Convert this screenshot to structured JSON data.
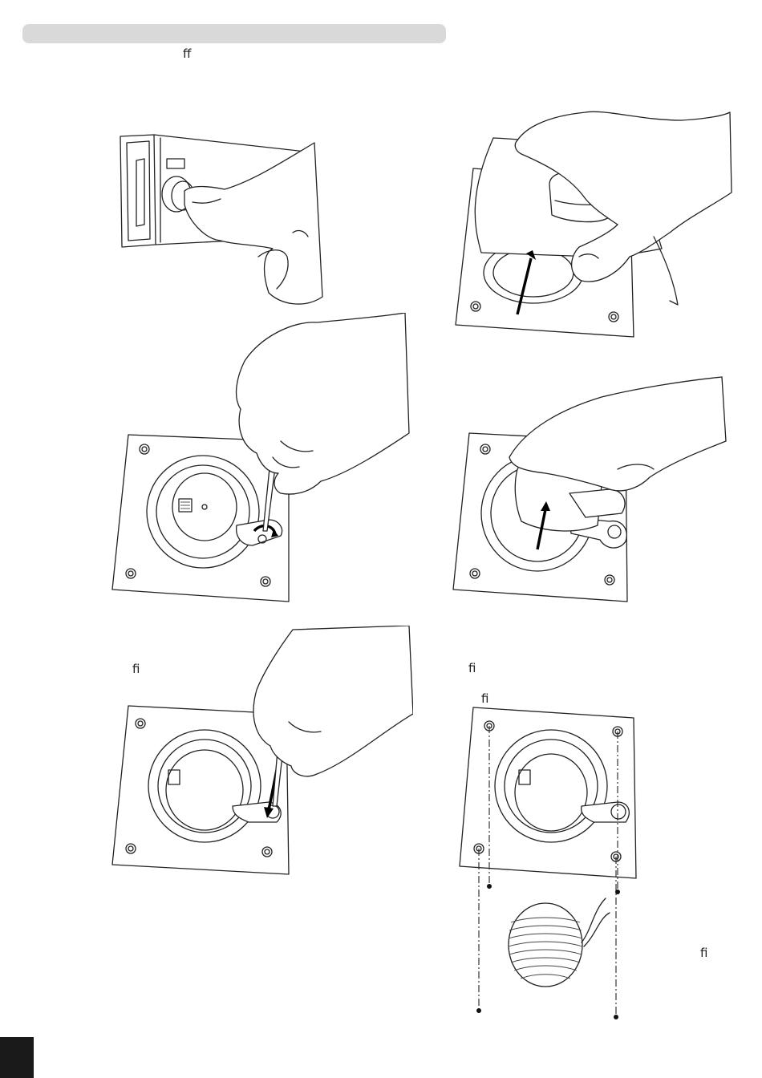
{
  "header": {
    "ligature_ff": "ff"
  },
  "captions": {
    "fig5_ligature": "fi",
    "fig6_ligature_a": "fi",
    "fig6_ligature_b": "fi",
    "fig6_ligature_c": "fi"
  },
  "figures": [
    {
      "id": "fig1",
      "icon": "press-button-icon"
    },
    {
      "id": "fig2",
      "icon": "lift-cover-icon"
    },
    {
      "id": "fig3",
      "icon": "screwdriver-unscrew-icon"
    },
    {
      "id": "fig4",
      "icon": "remove-motor-icon"
    },
    {
      "id": "fig5",
      "icon": "screwdriver-screw-icon"
    },
    {
      "id": "fig6",
      "icon": "mounting-plate-icon"
    }
  ],
  "colors": {
    "header_bar": "#d9d9d9",
    "page_tab": "#1a1a1a",
    "line": "#222222"
  }
}
